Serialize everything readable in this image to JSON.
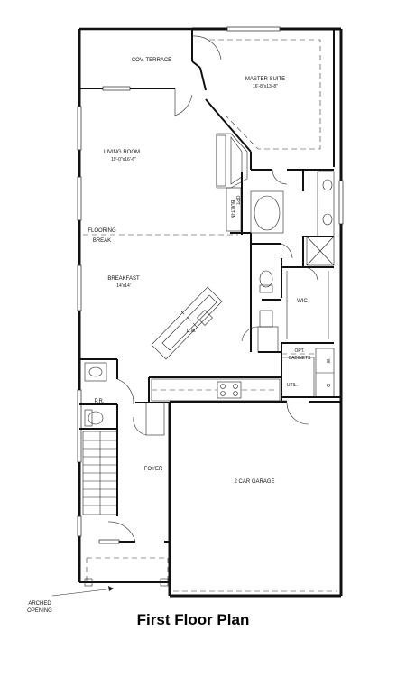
{
  "plan": {
    "title": "First Floor Plan",
    "rooms": {
      "cov_terrace": "COV. TERRACE",
      "master_suite": "MASTER SUITE",
      "master_suite_dim": "16'-8\"x13'-8\"",
      "living_room": "LIVING ROOM",
      "living_room_dim": "19'-0\"x16'-6\"",
      "flooring_break_1": "FLOORING",
      "flooring_break_2": "BREAK",
      "breakfast": "BREAKFAST",
      "breakfast_dim": "14'x14'",
      "opt_built_in": "OPT.",
      "built_in": "BUILT-IN",
      "wic": "WIC",
      "dw": "D.W.",
      "opt_cabinets_1": "OPT.",
      "opt_cabinets_2": "CABINETS",
      "util": "UTIL.",
      "washer": "W",
      "dryer": "D",
      "powder_room": "P.R.",
      "foyer": "FOYER",
      "garage": "2 CAR GARAGE",
      "arched_1": "ARCHED",
      "arched_2": "OPENING"
    }
  }
}
